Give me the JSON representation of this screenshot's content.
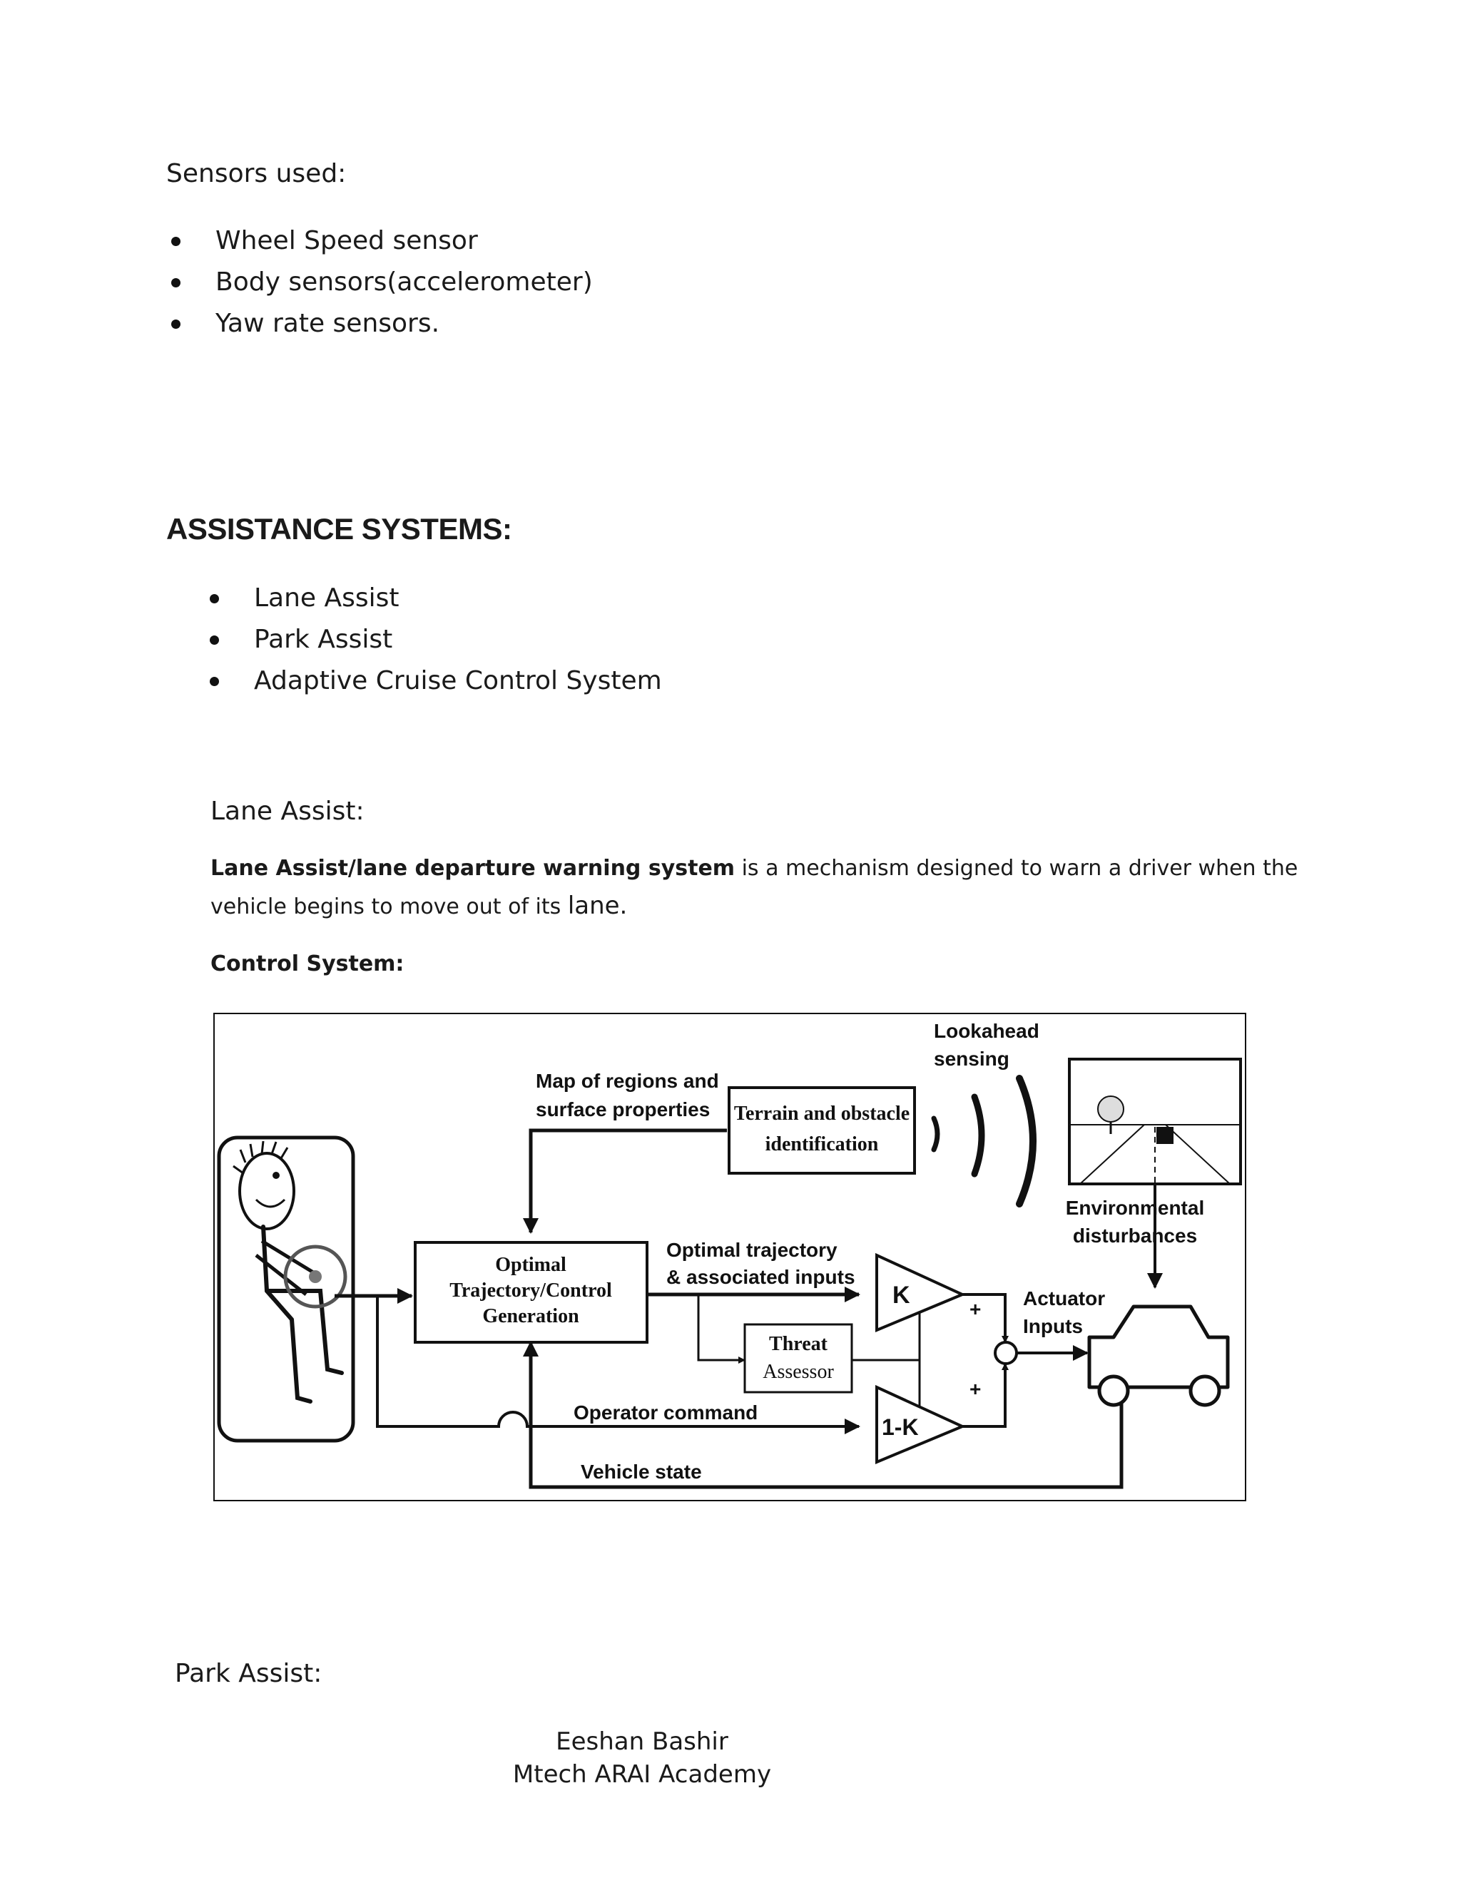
{
  "sections": {
    "sensors_title": "Sensors used:",
    "sensors": [
      "Wheel Speed sensor",
      "Body sensors(accelerometer)",
      "Yaw rate sensors."
    ],
    "assistance_heading": "ASSISTANCE SYSTEMS:",
    "assistance": [
      "Lane Assist",
      "Park Assist",
      " Adaptive Cruise Control System"
    ],
    "lane_assist_title": "Lane Assist:",
    "lane_assist_bold": "Lane Assist/lane departure warning system",
    "lane_assist_text": " is a mechanism designed to warn a driver when the vehicle begins to move out of its ",
    "lane_assist_end": "lane.",
    "control_system_label": "Control System:",
    "park_assist_title": "Park Assist:"
  },
  "diagram": {
    "lookahead": [
      "Lookahead",
      "sensing"
    ],
    "map_label": [
      "Map of regions and",
      "surface properties"
    ],
    "terrain_box": [
      "Terrain and obstacle",
      "identification"
    ],
    "env_dist": [
      "Environmental",
      "disturbances"
    ],
    "optimal_box": [
      "Optimal",
      "Trajectory/Control",
      "Generation"
    ],
    "optimal_traj": [
      "Optimal trajectory",
      "& associated inputs"
    ],
    "gain_k": "K",
    "gain_1k": "1-K",
    "plus_top": "+",
    "plus_bottom": "+",
    "actuator": [
      "Actuator",
      "Inputs"
    ],
    "threat_box": [
      "Threat",
      "Assessor"
    ],
    "operator_cmd": "Operator command",
    "vehicle_state": "Vehicle state"
  },
  "footer": {
    "author": "Eeshan Bashir",
    "affiliation": "Mtech ARAI Academy"
  }
}
